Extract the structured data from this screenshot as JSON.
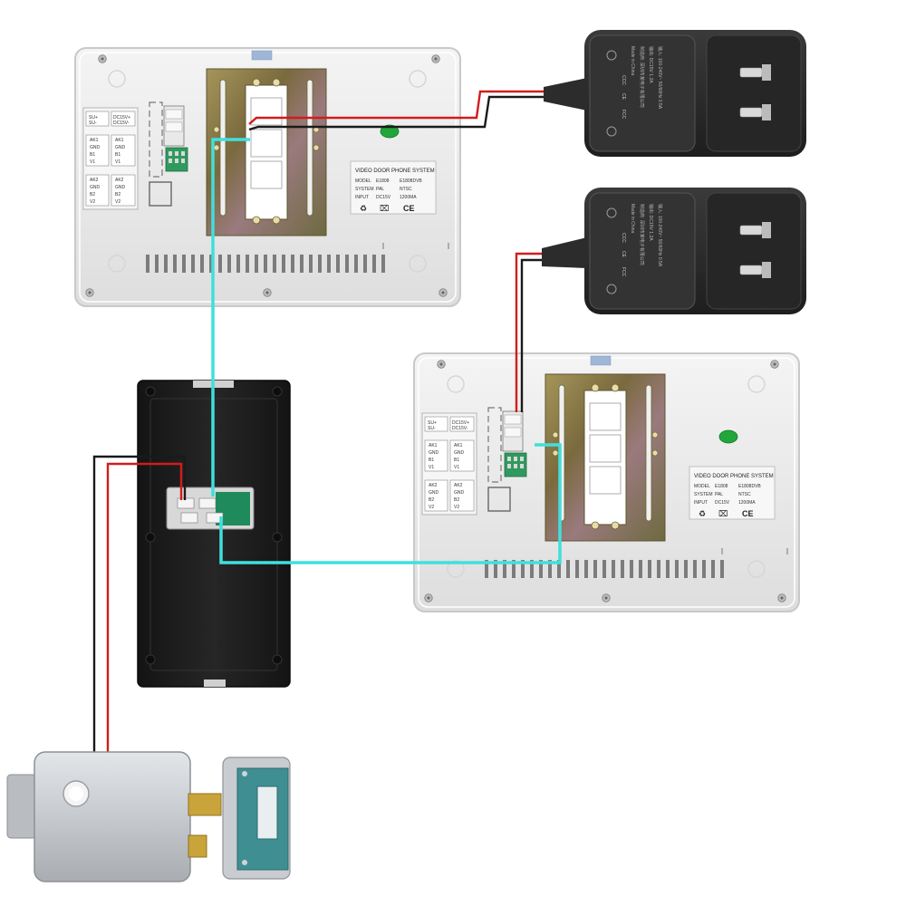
{
  "monitor": {
    "terminal_labels": [
      "SU+",
      "SU-",
      "DC15V+",
      "DC15V-",
      "AK1",
      "GND",
      "B1",
      "V1",
      "AK1",
      "GND",
      "B1",
      "V1",
      "AK2",
      "GND",
      "B2",
      "V2",
      "AK2",
      "GND",
      "B2",
      "V2"
    ],
    "rating_plate": {
      "title": "VIDEO DOOR PHONE SYSTEM",
      "model_label": "MODEL",
      "model_value_1": "E1808",
      "model_value_2": "E1808DVB",
      "system_label": "SYSTEM",
      "system_value_1": "PAL",
      "system_value_2": "NTSC",
      "input_label": "INPUT",
      "input_value": "DC15V",
      "current_value": "1200MA",
      "ce_mark": "CE",
      "recycle_mark": "♻",
      "bin_mark": "⌧"
    }
  },
  "adapter": {
    "text_lines": [
      "输入: 100-240V~ 50/60Hz 0.5A",
      "输出: DC15V 1.2A",
      "制造商: 深圳市某电子有限公司",
      "Made in China"
    ],
    "logos": [
      "CCC",
      "CE",
      "FCC"
    ]
  },
  "colors": {
    "monitor_body": "#ececec",
    "monitor_edge": "#c9c9c9",
    "bracket": "#8a7a48",
    "door_station": "#1c1c1c",
    "adapter": "#2a2a2a",
    "wire_red": "#d21c1c",
    "wire_black": "#1a1a1a",
    "wire_cyan": "#3fe0dc",
    "lock_body": "#c4c8cc",
    "strike_teal": "#3f8f92",
    "brass": "#c9a43a",
    "led_green": "#22a63a"
  }
}
